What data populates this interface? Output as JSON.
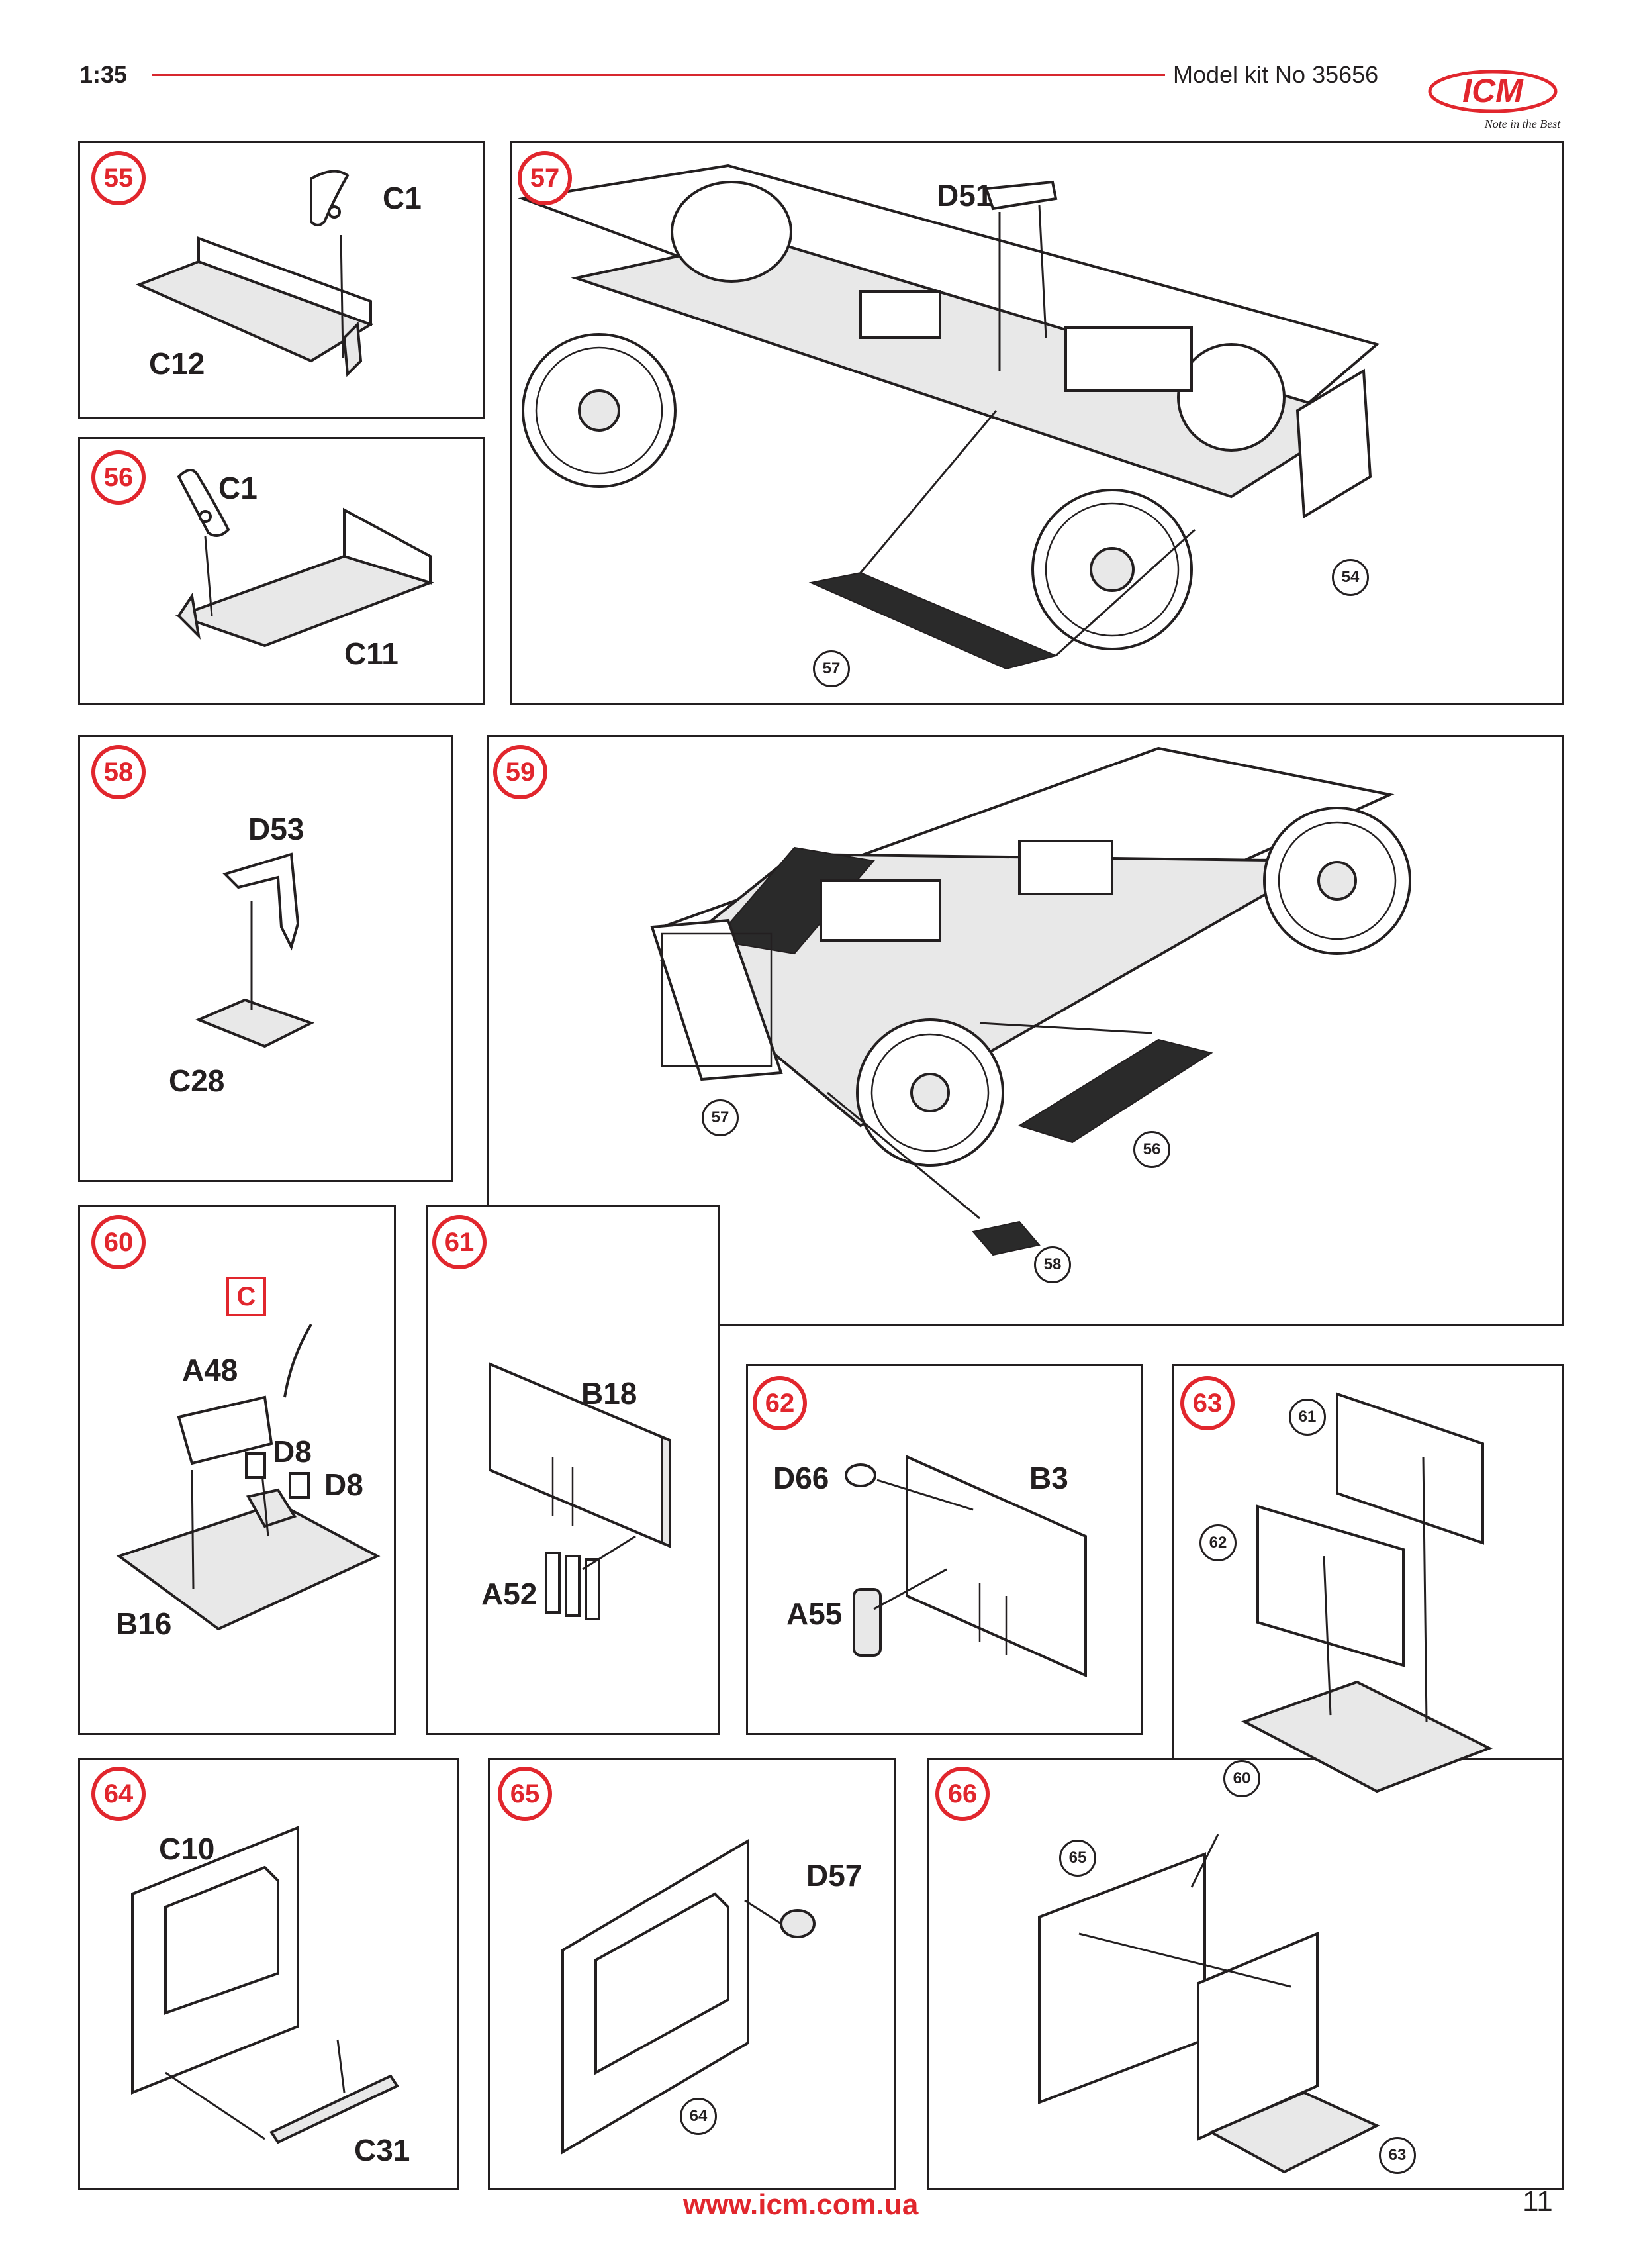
{
  "header": {
    "scale": "1:35",
    "kit": "Model kit No 35656",
    "logo_text": "ICM",
    "logo_tagline": "Note in the Best"
  },
  "colors": {
    "accent": "#e1262d",
    "line": "#231f20"
  },
  "steps": {
    "s55": {
      "num": "55",
      "parts": [
        "C1",
        "C12"
      ]
    },
    "s56": {
      "num": "56",
      "parts": [
        "C1",
        "C11"
      ]
    },
    "s57": {
      "num": "57",
      "parts": [
        "D51"
      ],
      "refs": [
        "54",
        "57"
      ]
    },
    "s58": {
      "num": "58",
      "parts": [
        "D53",
        "C28"
      ]
    },
    "s59": {
      "num": "59",
      "refs": [
        "57",
        "56",
        "58"
      ]
    },
    "s60": {
      "num": "60",
      "parts": [
        "A48",
        "D8",
        "D8",
        "B16"
      ],
      "tag": "C"
    },
    "s61": {
      "num": "61",
      "parts": [
        "B18",
        "A52"
      ]
    },
    "s62": {
      "num": "62",
      "parts": [
        "D66",
        "B3",
        "A55"
      ]
    },
    "s63": {
      "num": "63",
      "refs": [
        "61",
        "62",
        "60"
      ]
    },
    "s64": {
      "num": "64",
      "parts": [
        "C10",
        "C31"
      ]
    },
    "s65": {
      "num": "65",
      "parts": [
        "D57"
      ],
      "refs": [
        "64"
      ]
    },
    "s66": {
      "num": "66",
      "refs": [
        "65",
        "63"
      ]
    }
  },
  "footer": {
    "url": "www.icm.com.ua",
    "page": "11"
  }
}
